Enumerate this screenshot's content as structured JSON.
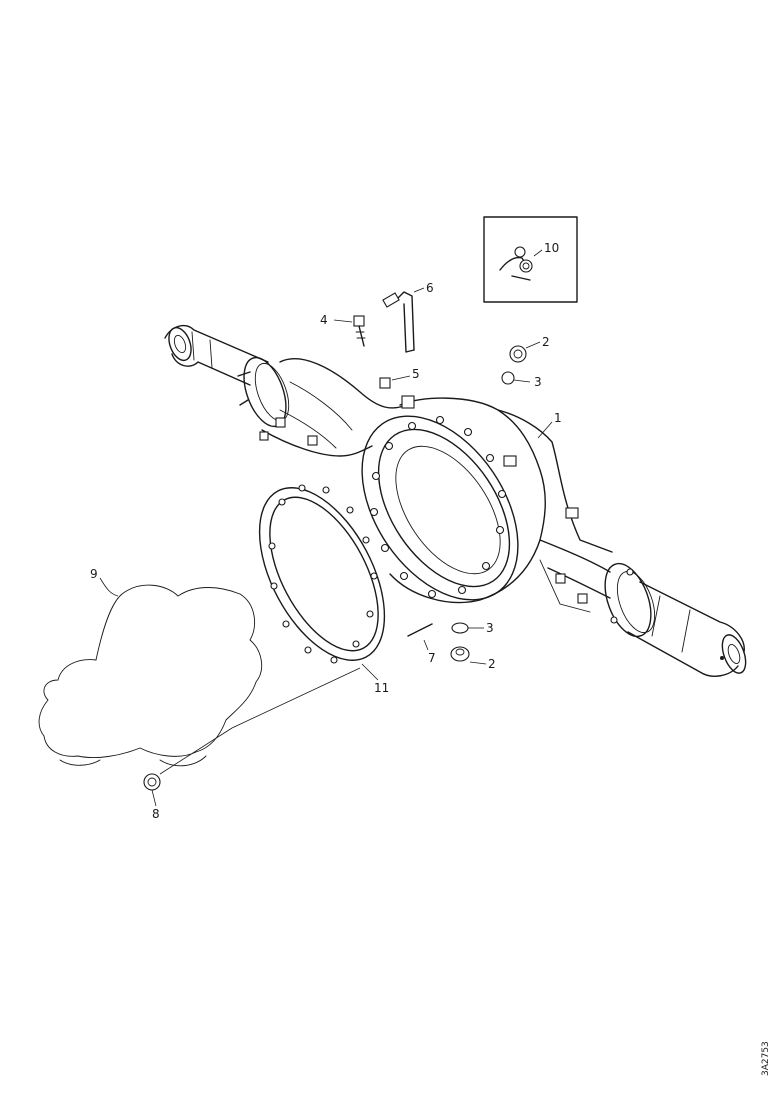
{
  "callouts": [
    {
      "id": "c1",
      "label": "1"
    },
    {
      "id": "c2a",
      "label": "2"
    },
    {
      "id": "c2b",
      "label": "2"
    },
    {
      "id": "c3a",
      "label": "3"
    },
    {
      "id": "c3b",
      "label": "3"
    },
    {
      "id": "c4",
      "label": "4"
    },
    {
      "id": "c5",
      "label": "5"
    },
    {
      "id": "c6",
      "label": "6"
    },
    {
      "id": "c7",
      "label": "7"
    },
    {
      "id": "c8",
      "label": "8"
    },
    {
      "id": "c9",
      "label": "9"
    },
    {
      "id": "c10",
      "label": "10"
    },
    {
      "id": "c11",
      "label": "11"
    }
  ],
  "reference_code": "3A2753"
}
